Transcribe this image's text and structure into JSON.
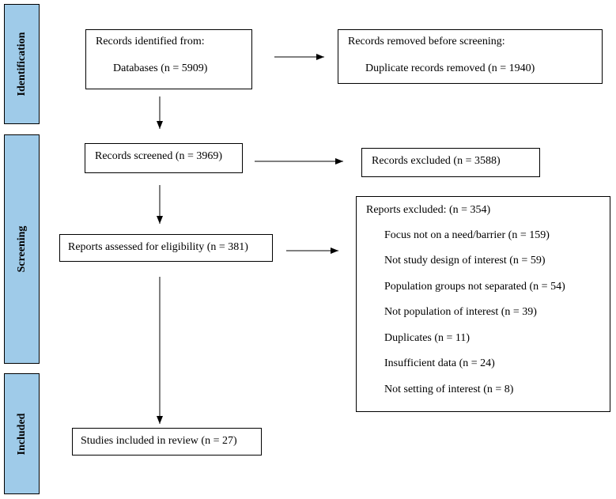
{
  "phases": {
    "identification": "Identification",
    "screening": "Screening",
    "included": "Included"
  },
  "identified": {
    "heading": "Records identified from:",
    "databases": "Databases (n = 5909)"
  },
  "removed": {
    "heading": "Records removed before screening:",
    "duplicates": "Duplicate records removed (n = 1940)"
  },
  "screened": "Records screened (n = 3969)",
  "excluded_records": "Records excluded (n = 3588)",
  "assessed": "Reports assessed for eligibility (n = 381)",
  "reports_excluded": {
    "heading": "Reports excluded: (n = 354)",
    "reasons": [
      "Focus not on a need/barrier (n = 159)",
      "Not study design of interest (n = 59)",
      "Population groups not separated (n = 54)",
      "Not population of interest (n = 39)",
      "Duplicates (n = 11)",
      "Insufficient data (n = 24)",
      "Not setting of interest (n = 8)"
    ]
  },
  "included": "Studies included in review (n = 27)"
}
